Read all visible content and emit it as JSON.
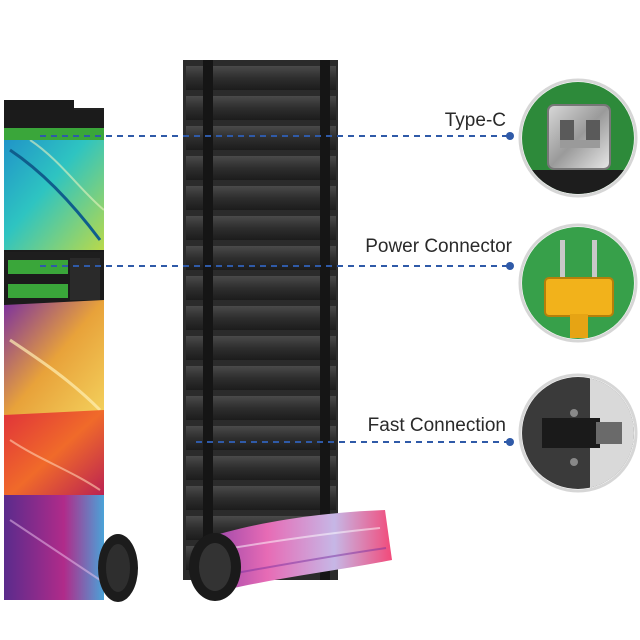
{
  "callouts": [
    {
      "label": "Type-C",
      "icon": "type-c-port-icon"
    },
    {
      "label": "Power Connector",
      "icon": "power-connector-icon"
    },
    {
      "label": "Fast Connection",
      "icon": "fast-connection-icon"
    }
  ],
  "colors": {
    "dashed_line": "#2f5aa8",
    "panel_back": "#2b2b2b",
    "pcb_green": "#3aa63a",
    "connector_yellow": "#f2b21b"
  }
}
